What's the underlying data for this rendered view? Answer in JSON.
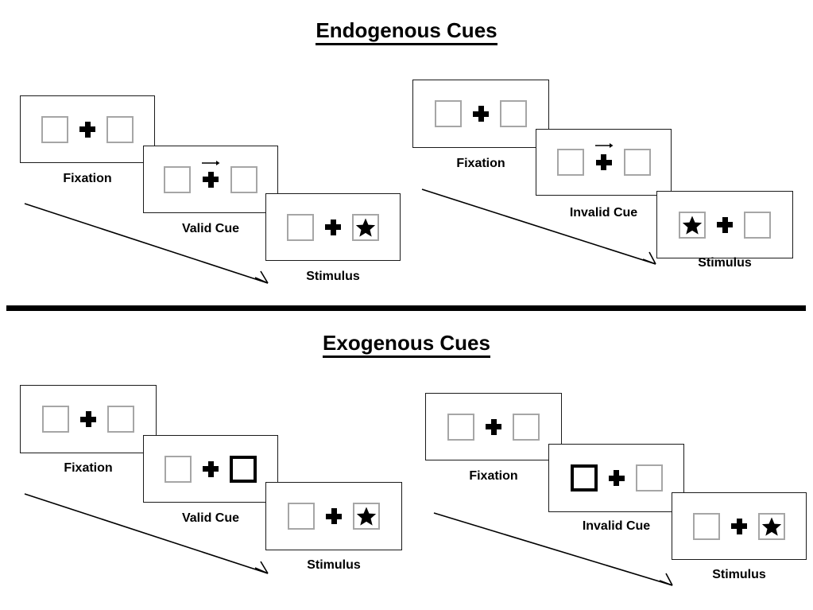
{
  "figure": {
    "sections": [
      {
        "id": "endogenous",
        "title": "Endogenous Cues",
        "panels": [
          {
            "id": "endogenous-valid",
            "cue_type": "arrow",
            "validity": "valid",
            "cards": [
              {
                "label": "Fixation",
                "left_content": "empty",
                "right_content": "empty",
                "cue": "none"
              },
              {
                "label": "Valid Cue",
                "left_content": "empty",
                "right_content": "empty",
                "cue": "arrow-right"
              },
              {
                "label": "Stimulus",
                "left_content": "empty",
                "right_content": "star",
                "cue": "none"
              }
            ]
          },
          {
            "id": "endogenous-invalid",
            "cue_type": "arrow",
            "validity": "invalid",
            "cards": [
              {
                "label": "Fixation",
                "left_content": "empty",
                "right_content": "empty",
                "cue": "none"
              },
              {
                "label": "Invalid Cue",
                "left_content": "empty",
                "right_content": "empty",
                "cue": "arrow-right"
              },
              {
                "label": "Stimulus",
                "left_content": "star",
                "right_content": "empty",
                "cue": "none"
              }
            ]
          }
        ]
      },
      {
        "id": "exogenous",
        "title": "Exogenous Cues",
        "panels": [
          {
            "id": "exogenous-valid",
            "cue_type": "box-flash",
            "validity": "valid",
            "cards": [
              {
                "label": "Fixation",
                "left_content": "empty",
                "right_content": "empty",
                "cue": "none"
              },
              {
                "label": "Valid Cue",
                "left_content": "empty",
                "right_content": "cued",
                "cue": "none"
              },
              {
                "label": "Stimulus",
                "left_content": "empty",
                "right_content": "star",
                "cue": "none"
              }
            ]
          },
          {
            "id": "exogenous-invalid",
            "cue_type": "box-flash",
            "validity": "invalid",
            "cards": [
              {
                "label": "Fixation",
                "left_content": "empty",
                "right_content": "empty",
                "cue": "none"
              },
              {
                "label": "Invalid Cue",
                "left_content": "cued",
                "right_content": "empty",
                "cue": "none"
              },
              {
                "label": "Stimulus",
                "left_content": "empty",
                "right_content": "star",
                "cue": "none"
              }
            ]
          }
        ]
      }
    ],
    "icons": {
      "fixation_cross": "plus-cross-icon",
      "target": "star-icon",
      "cue_arrow": "arrow-right-icon",
      "timeline": "timeline-arrow-icon"
    },
    "colors": {
      "ink": "#000000",
      "card_border": "#1a1a1a",
      "box_border": "#a6a6a6",
      "cued_box_border": "#000000",
      "background": "#ffffff"
    }
  }
}
